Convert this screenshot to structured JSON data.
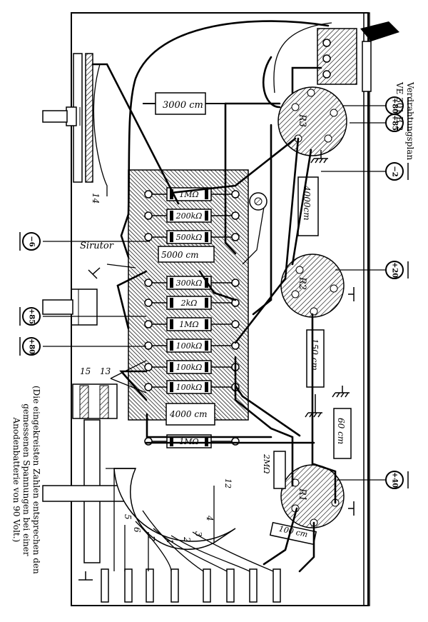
{
  "title_lines": [
    "Verdrahtungsplan",
    "VE 301 B 2"
  ],
  "note_lines": [
    "(Die eingekreisten Zahlen entsprechen den",
    "gemessenen Spannungen bei einer",
    "Anodenbatterie von 90 Volt.)"
  ],
  "tubes": [
    "R3",
    "R2",
    "R1"
  ],
  "components": {
    "cap_3000": "3000 cm",
    "cap_4000_bottom": "4000 cm",
    "cap_5000": "5000 cm",
    "cap_4000_right": "4000cm",
    "cap_150": "150 cm",
    "cap_60": "60 cm",
    "cap_100": "100 cm",
    "res_2mohm": "2MΩ",
    "sirutor": "Sirutor"
  },
  "board_resistors": [
    "1MΩ",
    "200kΩ",
    "500kΩ",
    "300kΩ",
    "2kΩ",
    "1MΩ",
    "100kΩ",
    "100kΩ",
    "100kΩ",
    "1MΩ"
  ],
  "voltages": {
    "v80_top": {
      "sign": "+",
      "value": "80"
    },
    "v85_top": {
      "sign": "+",
      "value": "85"
    },
    "v2": {
      "sign": "−",
      "value": "2"
    },
    "v6": {
      "sign": "−",
      "value": "6"
    },
    "v20": {
      "sign": "+",
      "value": "20"
    },
    "v85_left": {
      "sign": "+",
      "value": "85"
    },
    "v80_left": {
      "sign": "+",
      "value": "80"
    },
    "v40": {
      "sign": "+",
      "value": "40"
    }
  },
  "terminals": [
    "14",
    "13",
    "15",
    "12"
  ],
  "switch_numbers": [
    "5",
    "6",
    "7",
    "1",
    "2",
    "3",
    "4"
  ]
}
